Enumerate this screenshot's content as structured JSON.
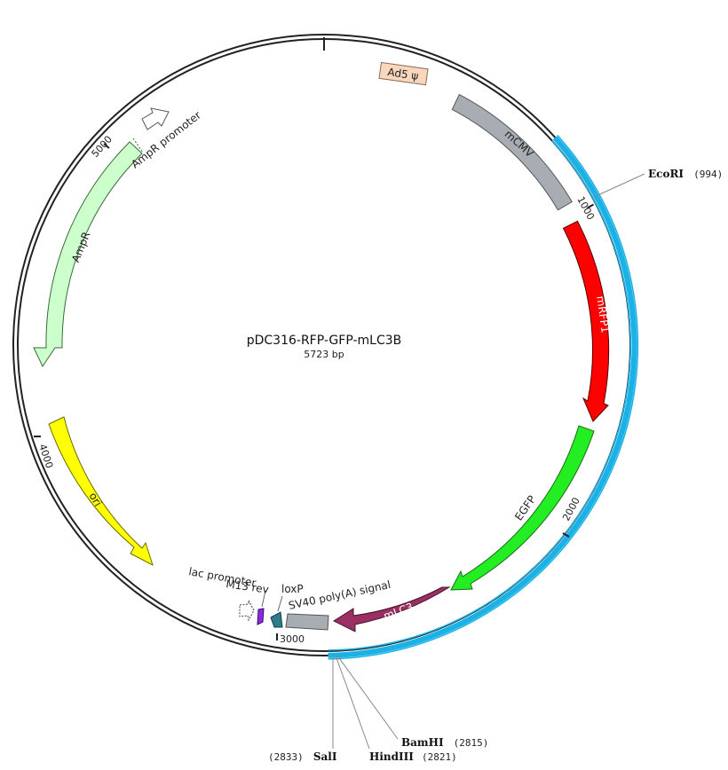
{
  "plasmid": {
    "name": "pDC316-RFP-GFP-mLC3B",
    "size_label": "5723 bp"
  },
  "ticks": [
    {
      "bp": 1000,
      "label": "1000"
    },
    {
      "bp": 2000,
      "label": "2000"
    },
    {
      "bp": 3000,
      "label": "3000"
    },
    {
      "bp": 4000,
      "label": "4000"
    },
    {
      "bp": 5000,
      "label": "5000"
    }
  ],
  "features": [
    {
      "key": "ad5",
      "label": "Ad5 ψ",
      "color": "#f9d7bd"
    },
    {
      "key": "mcmv",
      "label": "mCMV",
      "color": "#a8adb3"
    },
    {
      "key": "mrfp1",
      "label": "mRFP1",
      "color": "#ff0000"
    },
    {
      "key": "egfp",
      "label": "EGFP",
      "color": "#22ee22"
    },
    {
      "key": "mlc3",
      "label": "mLC3",
      "color": "#9b2f63"
    },
    {
      "key": "sv40",
      "label": "SV40 poly(A) signal",
      "color": "#a8adb3"
    },
    {
      "key": "loxp",
      "label": "loxP",
      "color": "#2e7b8a"
    },
    {
      "key": "m13rev",
      "label": "M13 rev",
      "color": "#8a2be2"
    },
    {
      "key": "lacpromoter",
      "label": "lac promoter",
      "color": "#ffffff"
    },
    {
      "key": "ori",
      "label": "ori",
      "color": "#ffff00"
    },
    {
      "key": "ampr",
      "label": "AmpR",
      "color": "#ccffcc"
    },
    {
      "key": "amprpromoter",
      "label": "AmpR promoter",
      "color": "#ffffff"
    }
  ],
  "sites": [
    {
      "key": "ecori",
      "name": "EcoRI",
      "pos": "(994)"
    },
    {
      "key": "bamhi",
      "name": "BamHI",
      "pos": "(2815)"
    },
    {
      "key": "hindiii",
      "name": "HindIII",
      "pos": "(2821)"
    },
    {
      "key": "sali",
      "name": "SalI",
      "pos": "(2833)"
    }
  ],
  "colors": {
    "backbone": "#222222",
    "insert_highlight": "#1ab2e6"
  }
}
